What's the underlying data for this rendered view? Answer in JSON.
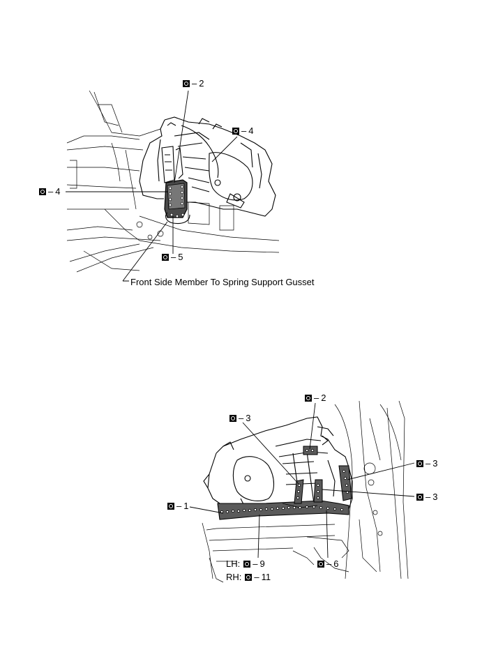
{
  "symbol": "spot-weld-symbol-icon",
  "top_view": {
    "callouts": [
      {
        "id": "t2",
        "value": "2"
      },
      {
        "id": "t4a",
        "value": "4"
      },
      {
        "id": "t4b",
        "value": "4"
      },
      {
        "id": "t5",
        "value": "5"
      }
    ],
    "part_label": "Front Side Member To Spring Support Gusset"
  },
  "bottom_view": {
    "callouts": [
      {
        "id": "b2",
        "value": "2"
      },
      {
        "id": "b3a",
        "value": "3"
      },
      {
        "id": "b3b",
        "value": "3"
      },
      {
        "id": "b3c",
        "value": "3"
      },
      {
        "id": "b1",
        "value": "1"
      },
      {
        "id": "b6",
        "value": "6"
      }
    ],
    "side_callouts": [
      {
        "prefix": "LH:",
        "value": "9"
      },
      {
        "prefix": "RH:",
        "value": "11"
      }
    ]
  },
  "dash": "–"
}
